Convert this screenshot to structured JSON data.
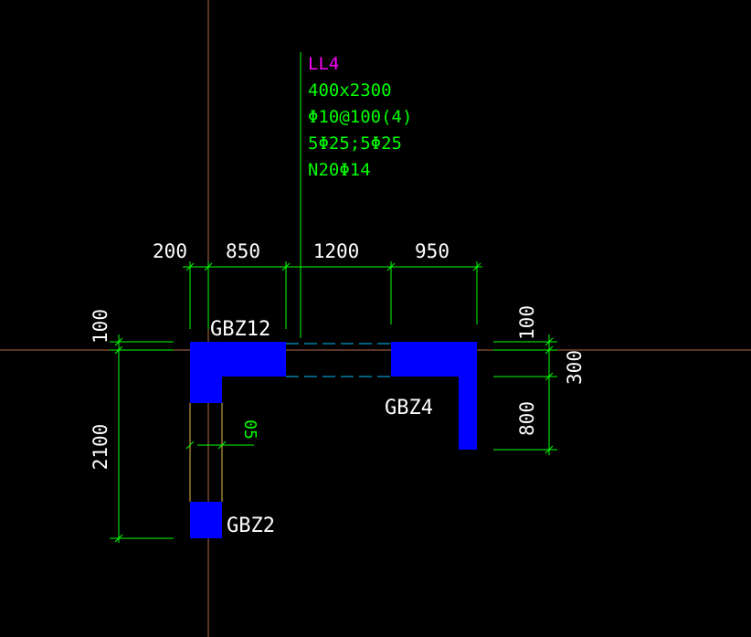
{
  "colors": {
    "background": "#000000",
    "axis_line": "#b06a4a",
    "dimension_green": "#00ff00",
    "column_blue": "#0000ff",
    "label_white": "#ffffff",
    "beam_label_magenta": "#ff00ff",
    "wall_yellow": "#e0b84a",
    "beam_dashed": "#00bfff"
  },
  "beam_annotation": {
    "name": "LL4",
    "section": "400x2300",
    "stirrup": "Φ10@100(4)",
    "main_rebar": "5Φ25;5Φ25",
    "side_rebar": "N20Φ14"
  },
  "top_dimensions": [
    "200",
    "850",
    "1200",
    "950"
  ],
  "left_dimensions": {
    "top_small": "100",
    "vertical": "2100"
  },
  "right_dimensions": {
    "top_small": "100",
    "total": "300",
    "lower": "800"
  },
  "wall_dimension": "05",
  "columns": {
    "gbz12": "GBZ12",
    "gbz4": "GBZ4",
    "gbz2": "GBZ2"
  }
}
